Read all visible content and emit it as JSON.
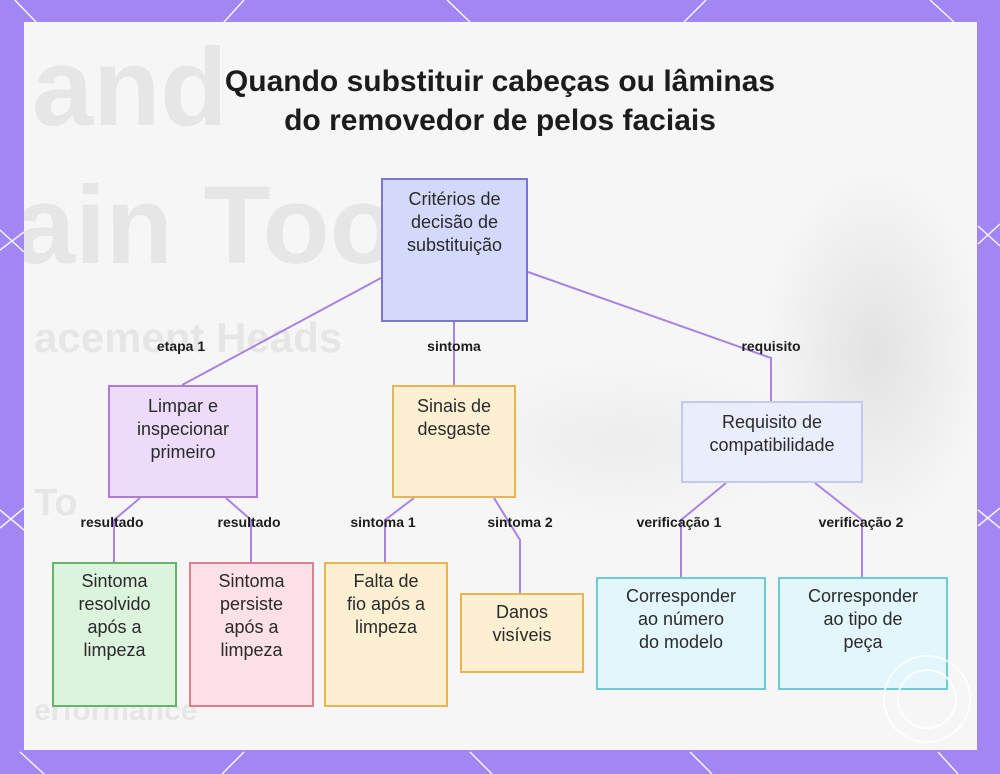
{
  "title_line1": "Quando substituir cabeças ou lâminas",
  "title_line2": "do removedor de pelos faciais",
  "colors": {
    "frame": "#a287f4",
    "root": "#d3d9fb",
    "clean": "#ecdcfa",
    "wear": "#fdefd2",
    "compat": "#eaedfc",
    "resolved": "#dcf3dd",
    "persist": "#fde1e6",
    "verify": "#e3f6fb",
    "edge": "#a684e4"
  },
  "nodes": {
    "root": "Critérios de\ndecisão de\nsubstituição",
    "clean": "Limpar e\ninspecionar\nprimeiro",
    "wear": "Sinais de\ndesgaste",
    "compat": "Requisito de\ncompatibilidade",
    "resolved": "Sintoma\nresolvido\napós a\nlimpeza",
    "persist": "Sintoma\npersiste\napós a\nlimpeza",
    "nocut": "Falta de\nfio após a\nlimpeza",
    "damage": "Danos\nvisíveis",
    "model": "Corresponder\nao número\ndo modelo",
    "part": "Corresponder\nao tipo de\npeça"
  },
  "edge_labels": {
    "step1": "etapa 1",
    "symptom": "sintoma",
    "requirement": "requisito",
    "result_a": "resultado",
    "result_b": "resultado",
    "symptom1": "sintoma 1",
    "symptom2": "sintoma 2",
    "check1": "verificação 1",
    "check2": "verificação 2"
  },
  "background_text": {
    "line1": "and",
    "line2": "ain Tools",
    "line3": "acement Heads",
    "line4": "To",
    "line5": "erformance"
  },
  "watermark_icon": "seal-icon"
}
